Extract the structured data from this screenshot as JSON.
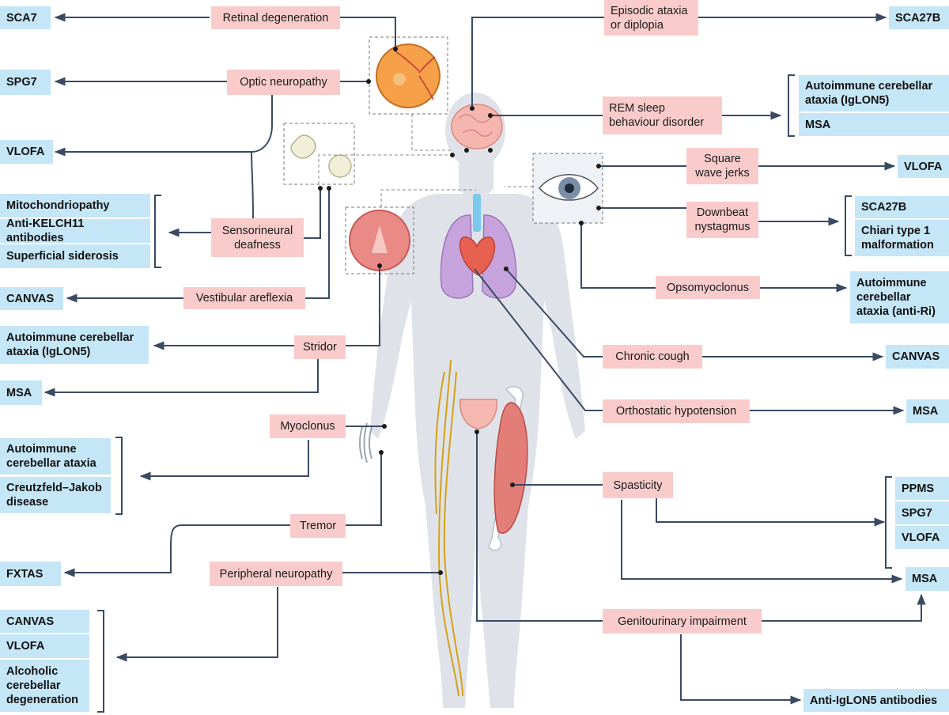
{
  "colors": {
    "symptom_bg": "#f9cccb",
    "diagnosis_bg": "#c4e6f7",
    "line": "#3b4a63",
    "body": "#dfe3e9"
  },
  "symptoms": {
    "retinal_degeneration": "Retinal degeneration",
    "optic_neuropathy": "Optic neuropathy",
    "sensorineural_deafness": "Sensorineural deafness",
    "vestibular_areflexia": "Vestibular areflexia",
    "stridor": "Stridor",
    "myoclonus": "Myoclonus",
    "tremor": "Tremor",
    "peripheral_neuropathy": "Peripheral neuropathy",
    "episodic_ataxia": "Episodic ataxia or diplopia",
    "rem_sleep": "REM sleep behaviour disorder",
    "square_wave_jerks": "Square wave jerks",
    "downbeat_nystagmus": "Downbeat nystagmus",
    "opsomyoclonus": "Opsomyoclonus",
    "chronic_cough": "Chronic cough",
    "orthostatic_hypotension": "Orthostatic hypotension",
    "spasticity": "Spasticity",
    "genitourinary_impairment": "Genitourinary impairment"
  },
  "diagnoses": {
    "sca7": "SCA7",
    "spg7_left": "SPG7",
    "vlofa_left": "VLOFA",
    "mitochondriopathy": "Mitochondriopathy",
    "anti_kelch11": "Anti-KELCH11 antibodies",
    "superficial_siderosis": "Superficial siderosis",
    "canvas_left_1": "CANVAS",
    "ace_iglon5_left": "Autoimmune cerebellar ataxia (IgLON5)",
    "msa_left": "MSA",
    "ace_left": "Autoimmune cerebellar ataxia",
    "cjd": "Creutzfeld–Jakob disease",
    "fxtas": "FXTAS",
    "canvas_left_2": "CANVAS",
    "vlofa_left_2": "VLOFA",
    "alcoholic": "Alcoholic cerebellar degeneration",
    "sca27b_top": "SCA27B",
    "ace_iglon5_right": "Autoimmune cerebellar ataxia (IgLON5)",
    "msa_right_1": "MSA",
    "vlofa_right_1": "VLOFA",
    "sca27b_right": "SCA27B",
    "chiari": "Chiari type 1 malformation",
    "ace_anti_ri": "Autoimmune cerebellar ataxia (anti-Ri)",
    "canvas_right": "CANVAS",
    "msa_right_2": "MSA",
    "ppms": "PPMS",
    "spg7_right": "SPG7",
    "vlofa_right_2": "VLOFA",
    "msa_right_3": "MSA",
    "anti_iglon5_ab": "Anti-IgLON5 antibodies"
  }
}
